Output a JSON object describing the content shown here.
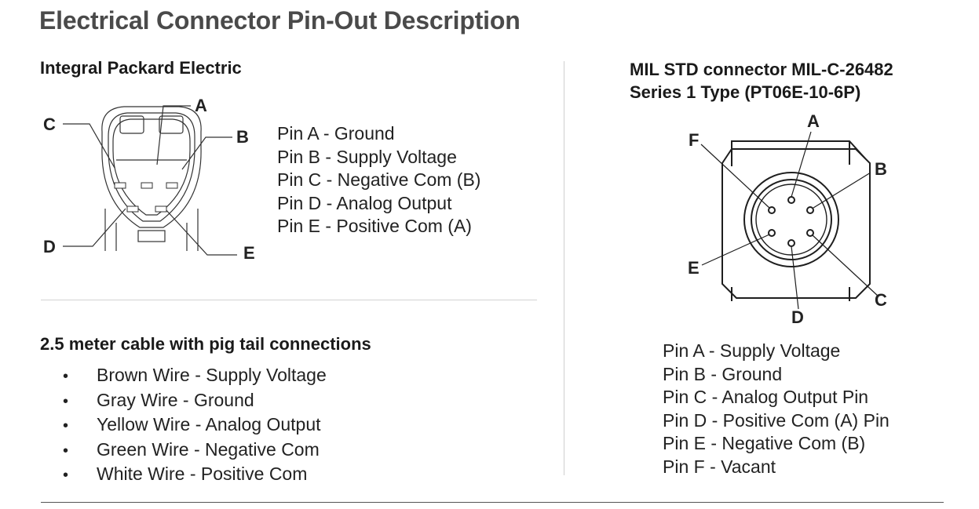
{
  "title": "Electrical Connector Pin-Out Description",
  "packard": {
    "heading": "Integral Packard Electric",
    "callouts": {
      "a": "A",
      "b": "B",
      "c": "C",
      "d": "D",
      "e": "E"
    },
    "pins": [
      "Pin A - Ground",
      "Pin B - Supply Voltage",
      "Pin C - Negative Com (B)",
      "Pin D - Analog Output",
      "Pin E - Positive Com (A)"
    ]
  },
  "cable": {
    "heading": "2.5 meter cable with pig tail connections",
    "bullet": "•",
    "wires": [
      "Brown Wire - Supply Voltage",
      "Gray Wire - Ground",
      "Yellow Wire - Analog Output",
      "Green Wire - Negative Com",
      "White Wire - Positive Com"
    ]
  },
  "mil": {
    "heading_line1": "MIL STD connector MIL-C-26482",
    "heading_line2": "Series 1 Type (PT06E-10-6P)",
    "callouts": {
      "a": "A",
      "b": "B",
      "c": "C",
      "d": "D",
      "e": "E",
      "f": "F"
    },
    "pins": [
      "Pin A - Supply Voltage",
      "Pin B - Ground",
      "Pin C - Analog Output Pin",
      "Pin D - Positive Com (A) Pin",
      "Pin E - Negative Com (B)",
      "Pin F - Vacant"
    ]
  }
}
